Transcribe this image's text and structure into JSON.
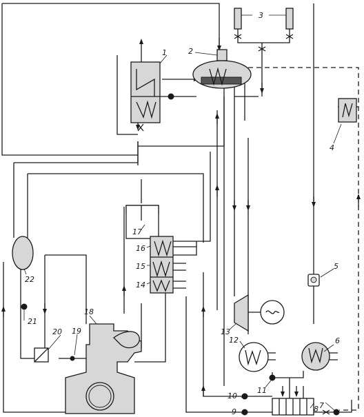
{
  "labels": {
    "n1": "1",
    "n2": "2",
    "n3": "3",
    "n4": "4",
    "n5": "5",
    "n6": "6",
    "n7": "7",
    "n8": "8",
    "n9": "9",
    "n10": "10",
    "n11": "11",
    "n12": "12",
    "n13": "13",
    "n14": "14",
    "n15": "15",
    "n16": "16",
    "n17": "17",
    "n18": "18",
    "n19": "19",
    "n20": "20",
    "n21": "21",
    "n22": "22"
  },
  "colors": {
    "line": "#1a1a1a",
    "equipment_fill": "#d7d7d7",
    "background": "#ffffff"
  }
}
